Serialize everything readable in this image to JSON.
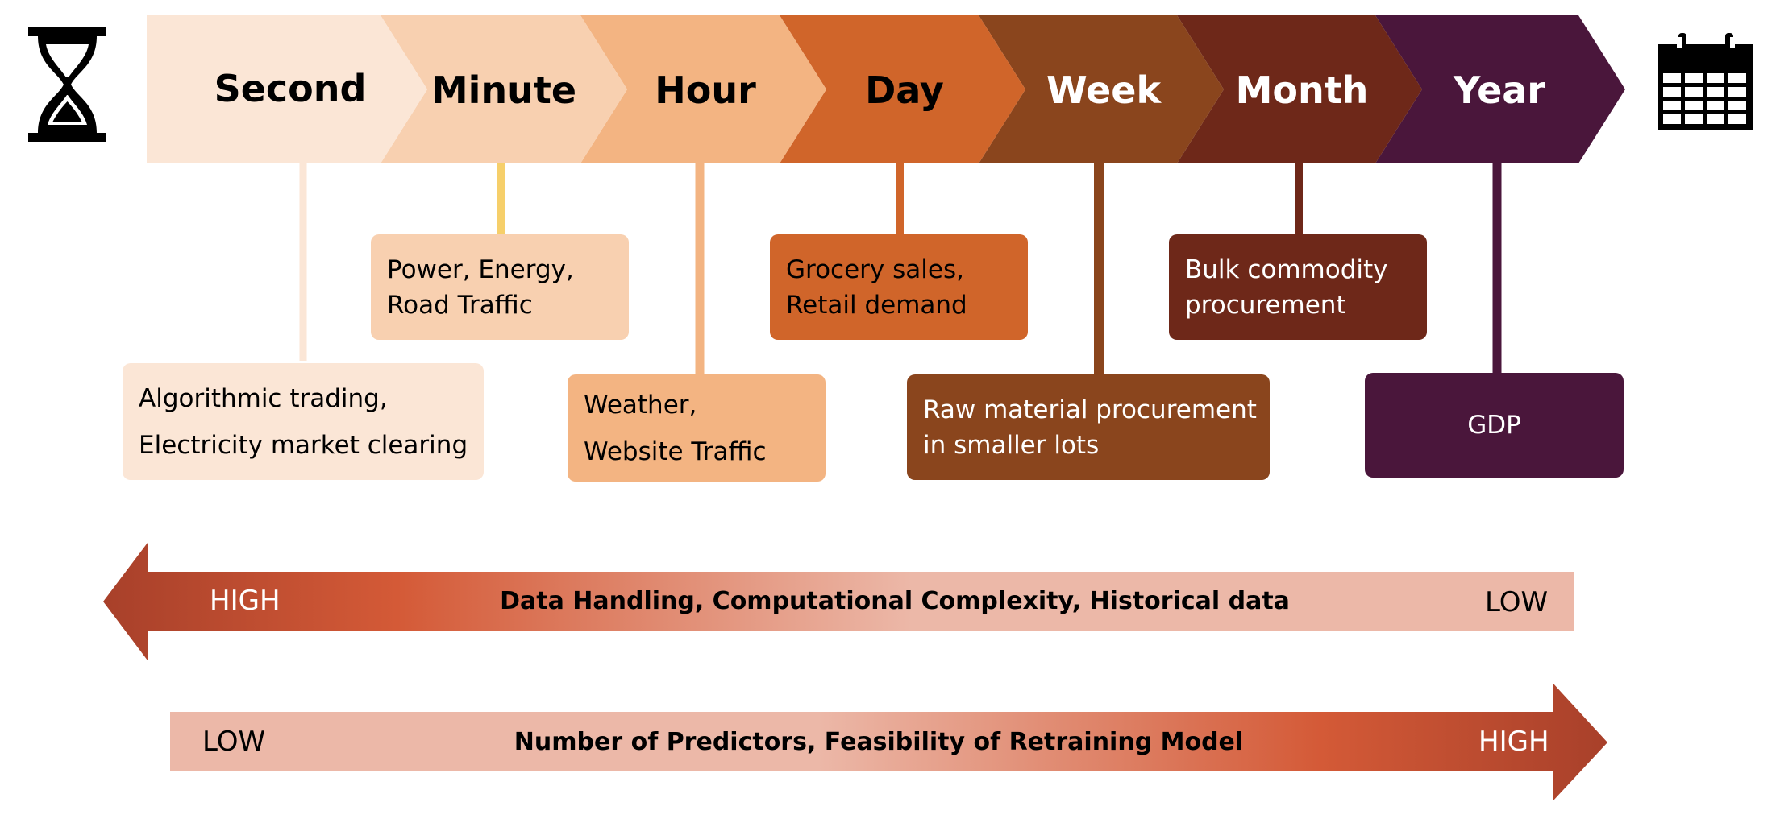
{
  "timescales": [
    {
      "label": "Second",
      "color": "#FBE6D6",
      "text_color": "#000000"
    },
    {
      "label": "Minute",
      "color": "#F8D0B0",
      "text_color": "#000000"
    },
    {
      "label": "Hour",
      "color": "#F3B482",
      "text_color": "#000000"
    },
    {
      "label": "Day",
      "color": "#D0652A",
      "text_color": "#000000"
    },
    {
      "label": "Week",
      "color": "#8A451D",
      "text_color": "#ffffff"
    },
    {
      "label": "Month",
      "color": "#6E2819",
      "text_color": "#ffffff"
    },
    {
      "label": "Year",
      "color": "#4A163B",
      "text_color": "#ffffff"
    }
  ],
  "examples": [
    {
      "lines": [
        "Algorithmic trading,",
        "Electricity market clearing"
      ],
      "color": "#FBE6D6",
      "connector_color": "#FBE6D6",
      "text_color": "#000000"
    },
    {
      "lines": [
        "Power, Energy,",
        "Road Traffic"
      ],
      "color": "#F8D0B0",
      "connector_color": "#F6CF6A",
      "text_color": "#000000"
    },
    {
      "lines": [
        "Weather,",
        "Website Traffic"
      ],
      "color": "#F3B482",
      "connector_color": "#F3B482",
      "text_color": "#000000"
    },
    {
      "lines": [
        "Grocery sales,",
        "Retail demand"
      ],
      "color": "#D0652A",
      "connector_color": "#D0652A",
      "text_color": "#000000"
    },
    {
      "lines": [
        "Raw material procurement",
        "in smaller lots"
      ],
      "color": "#8A451D",
      "connector_color": "#8A451D",
      "text_color": "#ffffff"
    },
    {
      "lines": [
        "Bulk commodity",
        "procurement"
      ],
      "color": "#6E2819",
      "connector_color": "#6E2819",
      "text_color": "#ffffff"
    },
    {
      "lines": [
        "GDP"
      ],
      "color": "#4A163B",
      "connector_color": "#4A163B",
      "text_color": "#ffffff"
    }
  ],
  "arrows": {
    "top": {
      "left_label": "HIGH",
      "center_label": "Data Handling, Computational Complexity, Historical data",
      "right_label": "LOW",
      "direction": "left",
      "dark": "#A8402A",
      "light": "#ECB8A8"
    },
    "bottom": {
      "left_label": "LOW",
      "center_label": "Number of Predictors, Feasibility of Retraining Model",
      "right_label": "HIGH",
      "direction": "right",
      "dark": "#A8402A",
      "light": "#ECB8A8"
    }
  },
  "icons": {
    "left": "hourglass-icon",
    "right": "calendar-icon"
  }
}
